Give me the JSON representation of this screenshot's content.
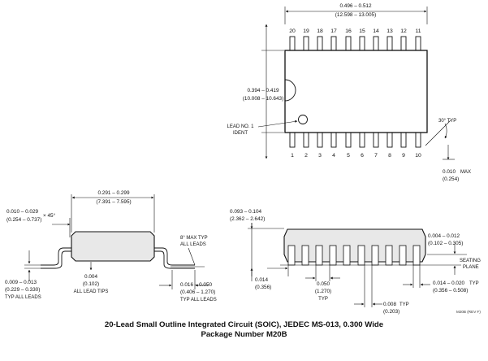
{
  "top_view": {
    "length_dim": [
      "0.496 – 0.512",
      "(12.598 – 13.005)"
    ],
    "width_dim": [
      "0.394 – 0.419",
      "(10.008 – 10.643)"
    ],
    "top_pins": [
      "20",
      "19",
      "18",
      "17",
      "16",
      "15",
      "14",
      "13",
      "12",
      "11"
    ],
    "bottom_pins": [
      "1",
      "2",
      "3",
      "4",
      "5",
      "6",
      "7",
      "8",
      "9",
      "10"
    ],
    "lead1": [
      "LEAD NO. 1",
      "IDENT"
    ],
    "angle": "30° TYP",
    "lead_dim": [
      "0.010",
      "MAX",
      "(0.254)"
    ]
  },
  "end_view": {
    "chamfer_dim": [
      "0.010 – 0.029",
      "(0.254 – 0.737)",
      "× 45°"
    ],
    "body_width_dim": [
      "0.291 – 0.299",
      "(7.391 – 7.595)"
    ],
    "max_angle": [
      "8° MAX TYP",
      "ALL LEADS"
    ],
    "lead_thick": [
      "0.009 – 0.013",
      "(0.229 – 0.330)",
      "TYP ALL LEADS"
    ],
    "tip_dim": [
      "0.004",
      "(0.102)",
      "ALL LEAD TIPS"
    ],
    "foot_dim": [
      "0.016 – 0.050",
      "(0.406 – 1.270)",
      "TYP ALL LEADS"
    ]
  },
  "side_view": {
    "height_dim": [
      "0.093 – 0.104",
      "(2.362 – 2.642)"
    ],
    "standoff_dim": [
      "0.004 – 0.012",
      "(0.102 – 0.305)"
    ],
    "seating": [
      "SEATING",
      "PLANE"
    ],
    "lead_len": [
      "0.014",
      "(0.356)"
    ],
    "pitch": [
      "0.050",
      "(1.270)",
      "TYP"
    ],
    "lead_w": [
      "0.014 – 0.020",
      "TYP",
      "(0.356 – 0.508)"
    ],
    "lead_bend": [
      "0.008",
      "TYP",
      "(0.203)"
    ],
    "rev": "M20B (REV F)"
  },
  "caption": [
    "20-Lead Small Outline Integrated Circuit (SOIC), JEDEC MS-013, 0.300 Wide",
    "Package Number M20B"
  ]
}
